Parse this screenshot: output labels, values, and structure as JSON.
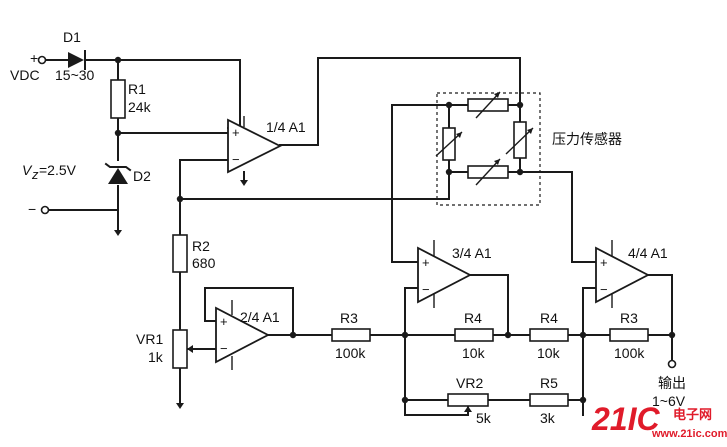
{
  "components": {
    "d1": "D1",
    "d1_range": "15~30",
    "vdc_plus": "+",
    "vdc": "VDC",
    "r1": "R1",
    "r1_val": "24k",
    "vz": "=2.5V",
    "vz_symbol": "V",
    "vz_sub": "z",
    "d2": "D2",
    "minus": "−",
    "amp1": "1/4 A1",
    "amp2": "2/4 A1",
    "amp3": "3/4 A1",
    "amp4": "4/4 A1",
    "r2": "R2",
    "r2_val": "680",
    "vr1": "VR1",
    "vr1_val": "1k",
    "r3_left": "R3",
    "r3_left_val": "100k",
    "r4_left": "R4",
    "r4_left_val": "10k",
    "r4_right": "R4",
    "r4_right_val": "10k",
    "r3_right": "R3",
    "r3_right_val": "100k",
    "vr2": "VR2",
    "vr2_val": "5k",
    "r5": "R5",
    "r5_val": "3k",
    "sensor": "压力传感器",
    "output": "输出",
    "output_range": "1~6V"
  },
  "opamp_pins": {
    "plus": "+",
    "minus": "−"
  },
  "watermark": {
    "brand": "21IC",
    "site_cn": "电子网",
    "url": "www.21ic.com"
  }
}
